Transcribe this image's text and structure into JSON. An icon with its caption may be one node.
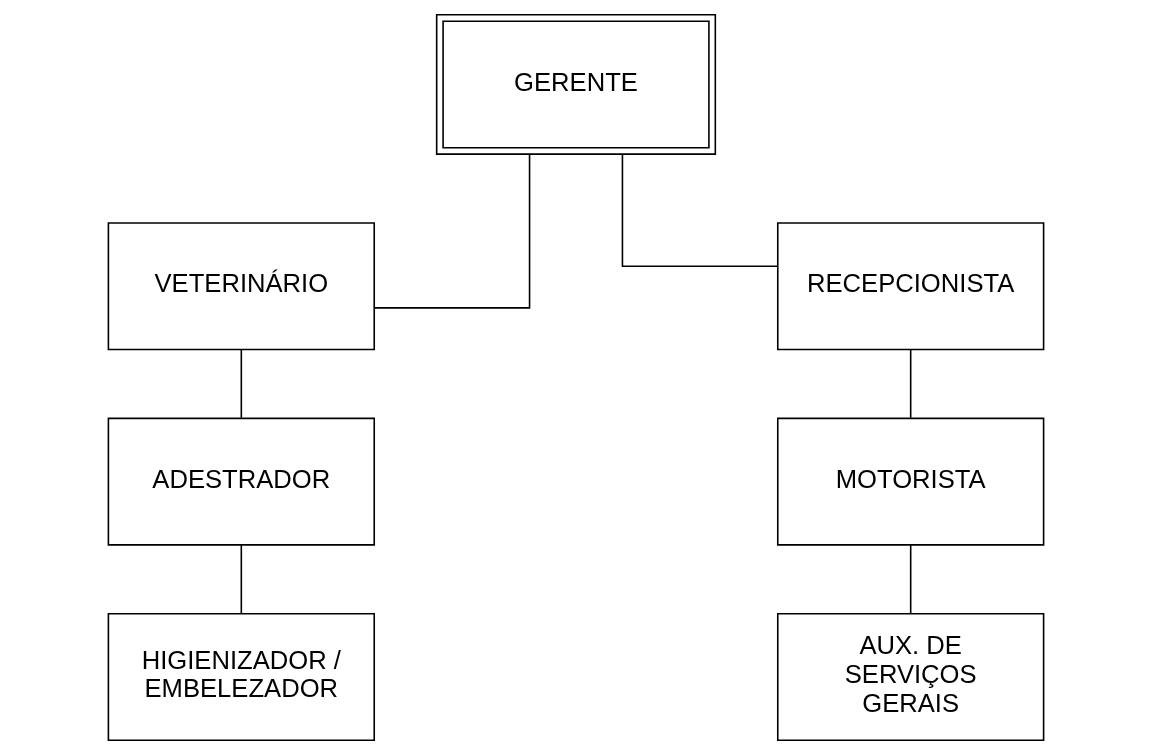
{
  "diagram": {
    "nodes": [
      {
        "text": [
          "GERENTE"
        ]
      },
      {
        "text": [
          "VETERINÁRIO"
        ]
      },
      {
        "text": [
          "RECEPCIONISTA"
        ]
      },
      {
        "text": [
          "ADESTRADOR"
        ]
      },
      {
        "text": [
          "MOTORISTA"
        ]
      },
      {
        "text": [
          "HIGIENIZADOR / EMBELEZADOR"
        ]
      },
      {
        "text": [
          "AUX. DE SERVIÇOS GERAIS"
        ]
      }
    ],
    "edges": [
      {
        "from": 0,
        "to": 1,
        "arrow": "none"
      },
      {
        "from": 0,
        "to": 2,
        "arrow": "none"
      },
      {
        "from": 1,
        "to": 3,
        "arrow": "none"
      },
      {
        "from": 3,
        "to": 5,
        "arrow": "none"
      },
      {
        "from": 2,
        "to": 4,
        "arrow": "none"
      },
      {
        "from": 4,
        "to": 6,
        "arrow": "none"
      }
    ]
  }
}
